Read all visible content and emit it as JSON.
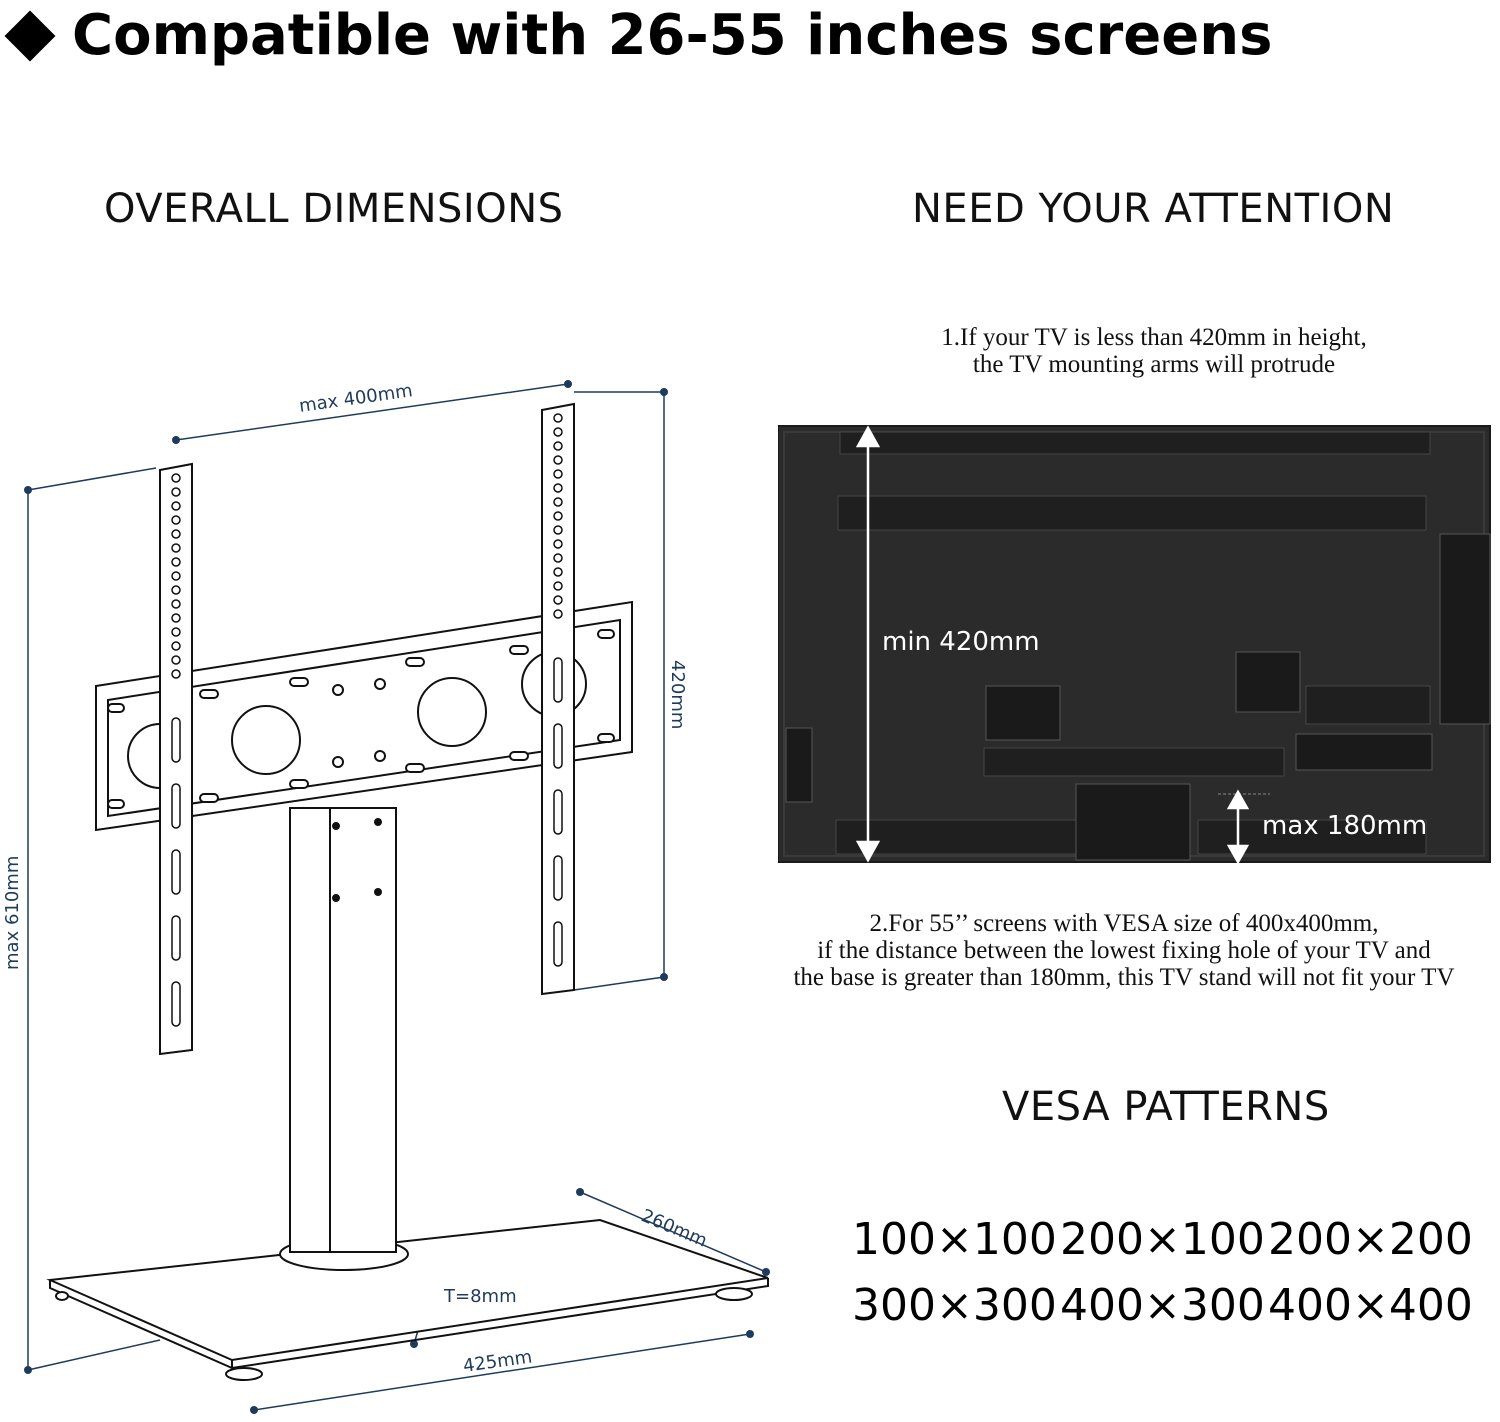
{
  "headline": "Compatible with 26-55 inches screens",
  "icons": {
    "bullet": "diamond-bullet-icon"
  },
  "left_section": {
    "title": "OVERALL DIMENSIONS",
    "dimensions": {
      "max_width": "max 400mm",
      "height": "420mm",
      "max_height": "max 610mm",
      "base_depth": "260mm",
      "thickness": "T=8mm",
      "base_width": "425mm"
    }
  },
  "right_section": {
    "title": "NEED YOUR ATTENTION",
    "note1": [
      "1.If your TV is less than 420mm in height,",
      "the TV mounting arms will protrude"
    ],
    "tv_labels": {
      "min_height": "min 420mm",
      "max_distance": "max 180mm"
    },
    "note2": [
      "2.For 55’’ screens with VESA size of 400x400mm,",
      "if the distance between the lowest fixing hole  of your TV and",
      "the base is greater than 180mm, this TV stand will not fit your TV"
    ]
  },
  "vesa_section": {
    "title": "VESA PATTERNS",
    "patterns": [
      "100×100",
      "200×100",
      "200×200",
      "300×300",
      "400×300",
      "400×400"
    ]
  },
  "colors": {
    "dimension_line": "#1f3b5c",
    "tv_body": "#2b2b2b",
    "text": "#111111"
  }
}
